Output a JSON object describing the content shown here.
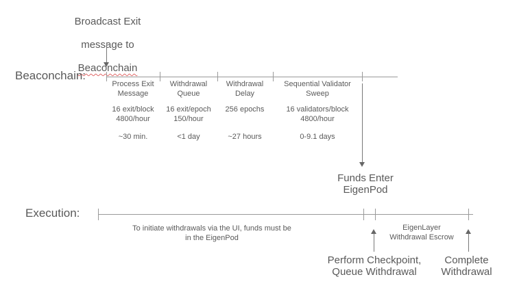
{
  "colors": {
    "text": "#595959",
    "line": "#999999",
    "arrow": "#666666",
    "squiggle_underline": "#e06666",
    "background": "#ffffff"
  },
  "top_annotation": {
    "line1": "Broadcast Exit",
    "line2": "message to",
    "underlined_word": "Beaconchain"
  },
  "beaconchain": {
    "label": "Beaconchain:",
    "segments": [
      {
        "title": "Process Exit\nMessage",
        "stats": "16 exit/block\n4800/hour",
        "duration": "~30 min."
      },
      {
        "title": "Withdrawal\nQueue",
        "stats": "16 exit/epoch\n150/hour",
        "duration": "<1 day"
      },
      {
        "title": "Withdrawal\nDelay",
        "stats": "256 epochs",
        "duration": "~27 hours"
      },
      {
        "title": "Sequential Validator\nSweep",
        "stats": "16 validators/block\n4800/hour",
        "duration": "0-9.1 days"
      }
    ]
  },
  "funds_enter": "Funds Enter\nEigenPod",
  "execution": {
    "label": "Execution:",
    "initiate_note": "To initiate withdrawals via the UI, funds must be\nin the EigenPod",
    "escrow_label": "EigenLayer\nWithdrawal Escrow",
    "perform_checkpoint": "Perform Checkpoint,\nQueue Withdrawal",
    "complete_withdrawal": "Complete\nWithdrawal"
  }
}
